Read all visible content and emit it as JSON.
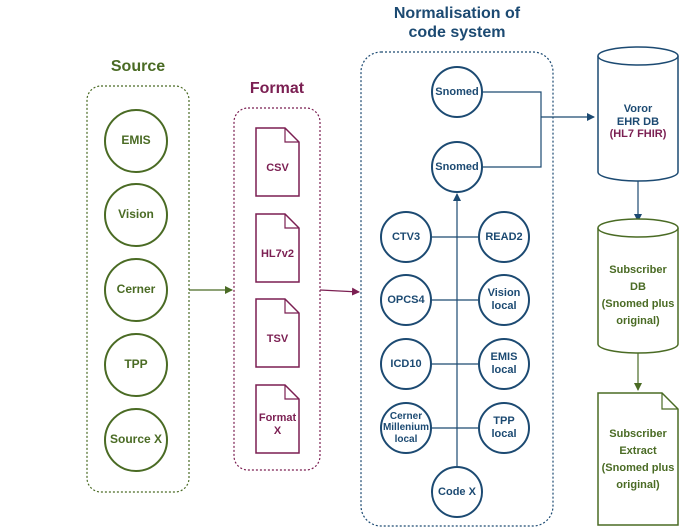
{
  "titles": {
    "source": "Source",
    "format": "Format",
    "normalisation": "Normalisation of\ncode system"
  },
  "sources": [
    "EMIS",
    "Vision",
    "Cerner",
    "TPP",
    "Source X"
  ],
  "formats": [
    "CSV",
    "HL7v2",
    "TSV",
    "Format\nX"
  ],
  "normalisation": {
    "top": [
      "Snomed",
      "Snomed"
    ],
    "left": [
      "CTV3",
      "OPCS4",
      "ICD10",
      "Cerner\nMillenium\nlocal"
    ],
    "right": [
      "READ2",
      "Vision\nlocal",
      "EMIS\nlocal",
      "TPP\nlocal"
    ],
    "bottom": "Code X"
  },
  "ehr_db": {
    "line1": "Voror",
    "line2": "EHR DB",
    "line3": "(HL7 FHIR)"
  },
  "subscriber_db": {
    "line1": "Subscriber",
    "line2": "DB",
    "line3": "(Snomed plus",
    "line4": "original)"
  },
  "subscriber_extract": {
    "line1": "Subscriber",
    "line2": "Extract",
    "line3": "(Snomed plus",
    "line4": "original)"
  },
  "colors": {
    "green": "#4a6b24",
    "purple": "#7b1f52",
    "blue": "#1c4a72"
  }
}
